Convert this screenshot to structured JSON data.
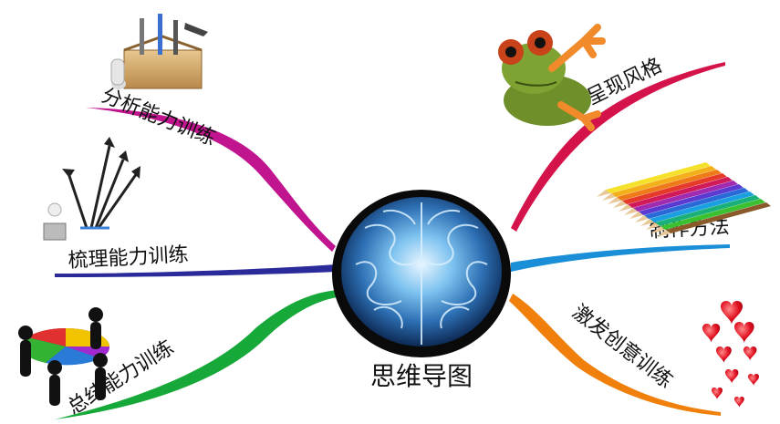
{
  "center": {
    "label": "思维导图",
    "image_icon": "brain-icon"
  },
  "branches": [
    {
      "id": "analysis",
      "label": "分析能力训练",
      "color": "#c0158f",
      "icon": "toolbox-icon"
    },
    {
      "id": "organize",
      "label": "梳理能力训练",
      "color": "#2a2a9a",
      "icon": "arrows-figure-icon"
    },
    {
      "id": "summarize",
      "label": "总结能力训练",
      "color": "#17a83a",
      "icon": "pie-chart-people-icon"
    },
    {
      "id": "style",
      "label": "呈现风格",
      "color": "#d4134a",
      "icon": "frog-icon"
    },
    {
      "id": "method",
      "label": "制作方法",
      "color": "#1a8fd8",
      "icon": "colored-pencils-icon"
    },
    {
      "id": "creativity",
      "label": "激发创意训练",
      "color": "#f07f0c",
      "icon": "hearts-icon"
    }
  ]
}
